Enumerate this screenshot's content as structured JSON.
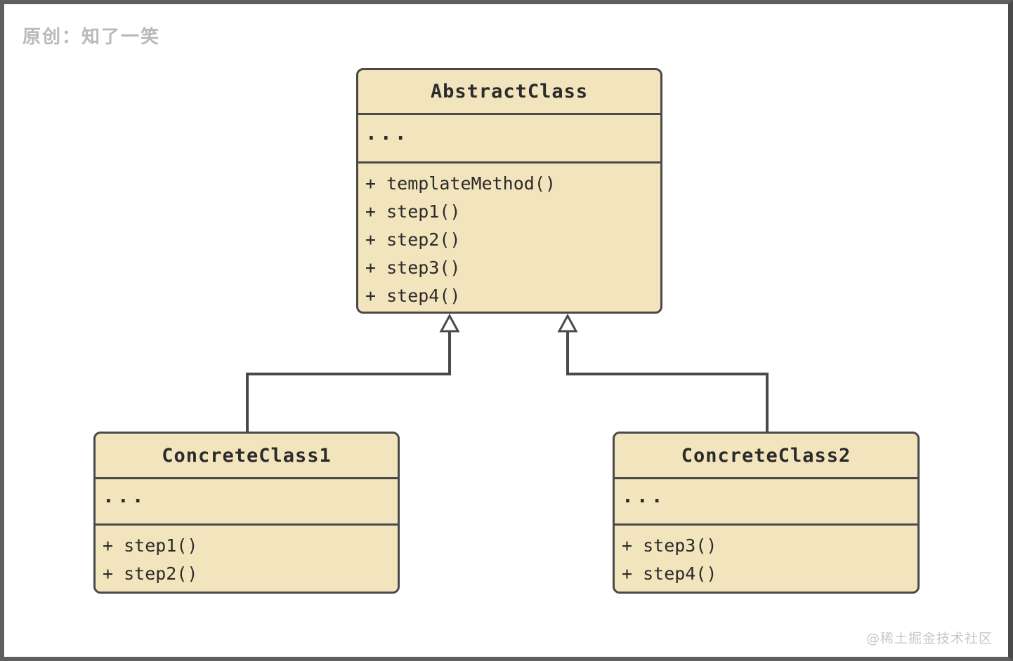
{
  "page": {
    "watermark_top": "原创：知了一笑",
    "watermark_bottom": "@稀土掘金技术社区"
  },
  "colors": {
    "box_fill": "#f2e4bc",
    "box_border": "#4a4a4a",
    "connector_line": "#4a4a4a",
    "frame_border": "#5f5f5f",
    "watermark_gray": "#b9b9b9"
  },
  "diagram": {
    "type": "uml-class-diagram",
    "abstract_class": {
      "name": "AbstractClass",
      "attributes": "...",
      "methods": [
        "+ templateMethod()",
        "+ step1()",
        "+ step2()",
        "+ step3()",
        "+ step4()"
      ]
    },
    "concrete_class_1": {
      "name": "ConcreteClass1",
      "attributes": "...",
      "methods": [
        "+ step1()",
        "+ step2()"
      ]
    },
    "concrete_class_2": {
      "name": "ConcreteClass2",
      "attributes": "...",
      "methods": [
        "+ step3()",
        "+ step4()"
      ]
    },
    "relations": [
      {
        "from": "ConcreteClass1",
        "to": "AbstractClass",
        "type": "inheritance"
      },
      {
        "from": "ConcreteClass2",
        "to": "AbstractClass",
        "type": "inheritance"
      }
    ]
  }
}
